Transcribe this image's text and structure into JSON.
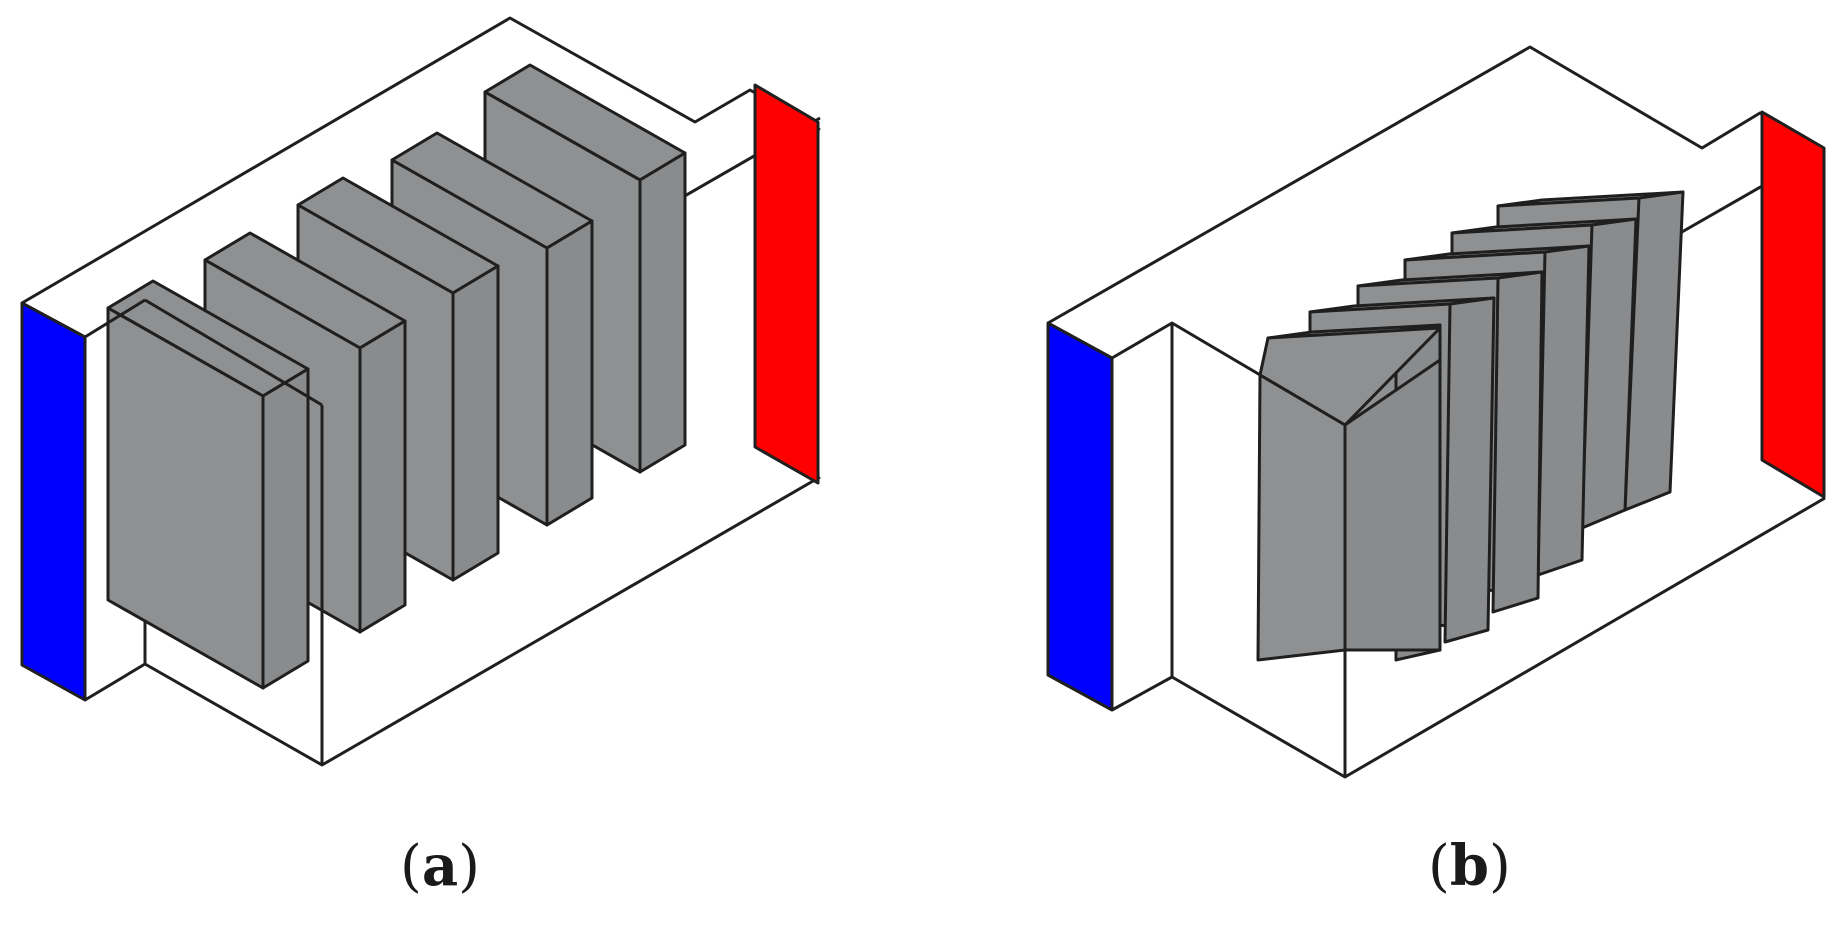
{
  "panels": [
    {
      "id": "a",
      "caption": "a"
    },
    {
      "id": "b",
      "caption": "b"
    }
  ],
  "colors": {
    "inlet": "#0000ff",
    "outlet": "#ff0000",
    "fin_front": "#8f9092",
    "fin_side": "#8a8b8d",
    "fin_top": "#8f9092",
    "outline": "#1f1f1f",
    "background": "#ffffff"
  }
}
